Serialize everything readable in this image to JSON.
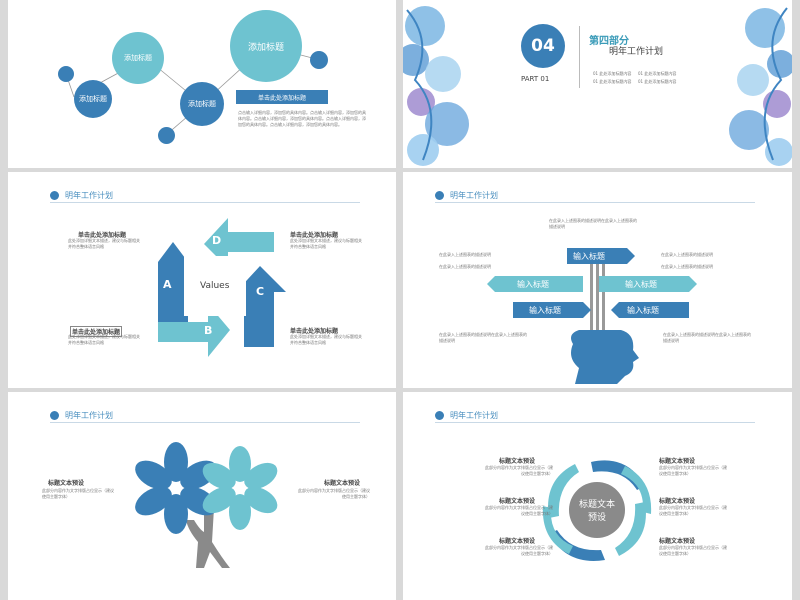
{
  "slide1": {
    "bubble_large": "添加标题",
    "bubble_mid": "添加标题",
    "bubble_small1": "添加标题",
    "bubble_small2": "添加标题",
    "subtitle_bar": "单击此处添加标题",
    "body_text": "点击输入详细内容，添加您的具体内容。点击输入详细内容，添加您的具体内容。点击输入详细内容，添加您的具体内容。点击输入详细内容，添加您的具体内容。点击输入详细内容，添加您的具体内容。"
  },
  "slide2": {
    "number": "04",
    "part": "PART 01",
    "section_title": "第四部分",
    "section_sub": "明年工作计划",
    "list": [
      "01 此处添加标题内容",
      "01 此处添加标题内容",
      "01 此处添加标题内容",
      "01 此处添加标题内容"
    ]
  },
  "slide3": {
    "header": "明年工作计划",
    "center": "Values",
    "letters": [
      "A",
      "B",
      "C",
      "D"
    ],
    "items": [
      {
        "title": "单击此处添加标题",
        "desc": "此处添加详细文本描述，建议与标题相关并符合整体语言风格"
      },
      {
        "title": "单击此处添加标题",
        "desc": "此处添加详细文本描述，建议与标题相关并符合整体语言风格"
      },
      {
        "title": "单击此处添加标题",
        "desc": "此处添加详细文本描述，建议与标题相关并符合整体语言风格"
      },
      {
        "title": "单击此处添加标题",
        "desc": "此处添加详细文本描述，建议与标题相关并符合整体语言风格"
      }
    ]
  },
  "slide4": {
    "header": "明年工作计划",
    "top_text": "在此录入上述图表的描述说明在此录入上述图表的描述说明",
    "labels": [
      "输入标题",
      "输入标题",
      "输入标题",
      "输入标题",
      "输入标题"
    ],
    "left_texts": [
      "在此录入上述图表的描述说明",
      "在此录入上述图表的描述说明",
      "在此录入上述图表的描述说明在此录入上述图表的描述说明"
    ],
    "right_texts": [
      "在此录入上述图表的描述说明",
      "在此录入上述图表的描述说明",
      "在此录入上述图表的描述说明在此录入上述图表的描述说明"
    ]
  },
  "slide5": {
    "header": "明年工作计划",
    "left_title": "标题文本预设",
    "left_desc": "此部分内容作为文字排版占位显示（建议使用主题字体）",
    "right_title": "标题文本预设",
    "right_desc": "此部分内容作为文字排版占位显示（建议使用主题字体）"
  },
  "slide6": {
    "header": "明年工作计划",
    "center_label": "标题文本预设",
    "items": [
      {
        "title": "标题文本预设",
        "desc": "此部分内容作为文字排版占位显示（建议使用主题字体）"
      },
      {
        "title": "标题文本预设",
        "desc": "此部分内容作为文字排版占位显示（建议使用主题字体）"
      },
      {
        "title": "标题文本预设",
        "desc": "此部分内容作为文字排版占位显示（建议使用主题字体）"
      },
      {
        "title": "标题文本预设",
        "desc": "此部分内容作为文字排版占位显示（建议使用主题字体）"
      },
      {
        "title": "标题文本预设",
        "desc": "此部分内容作为文字排版占位显示（建议使用主题字体）"
      },
      {
        "title": "标题文本预设",
        "desc": "此部分内容作为文字排版占位显示（建议使用主题字体）"
      }
    ]
  },
  "colors": {
    "dark_blue": "#3a7fb6",
    "light_blue": "#6ec3d0",
    "gray": "#8a8a8a"
  }
}
